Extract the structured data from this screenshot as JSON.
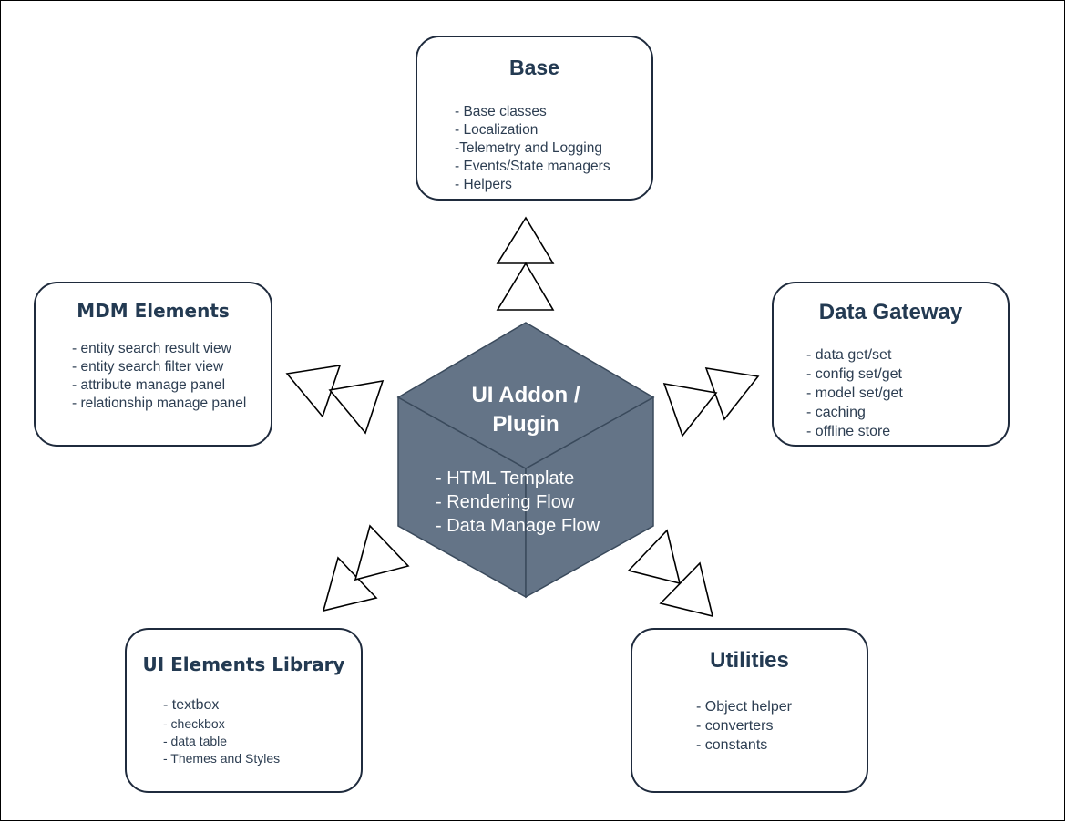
{
  "center": {
    "title_line1": "UI Addon /",
    "title_line2": "Plugin",
    "items": [
      "- HTML Template",
      "- Rendering Flow",
      "- Data Manage Flow"
    ]
  },
  "modules": {
    "base": {
      "title": "Base",
      "items": [
        "- Base classes",
        "- Localization",
        "-Telemetry and Logging",
        "- Events/State managers",
        "- Helpers"
      ]
    },
    "mdm_elements": {
      "title": "MDM Elements",
      "items": [
        "- entity search result view",
        "- entity search filter view",
        "- attribute manage panel",
        "- relationship manage panel"
      ]
    },
    "data_gateway": {
      "title": "Data Gateway",
      "items": [
        "- data get/set",
        "- config set/get",
        "- model set/get",
        "- caching",
        "- offline store"
      ]
    },
    "ui_elements_library": {
      "title": "UI Elements Library",
      "items": [
        "- textbox",
        "- checkbox",
        "- data table",
        "- Themes and Styles"
      ]
    },
    "utilities": {
      "title": "Utilities",
      "items": [
        "- Object helper",
        " - converters",
        " - constants"
      ]
    }
  },
  "colors": {
    "cube_fill": "#647487",
    "cube_stroke": "#3a4a5c",
    "box_border": "#1f2b3d",
    "title_text": "#233a52"
  }
}
